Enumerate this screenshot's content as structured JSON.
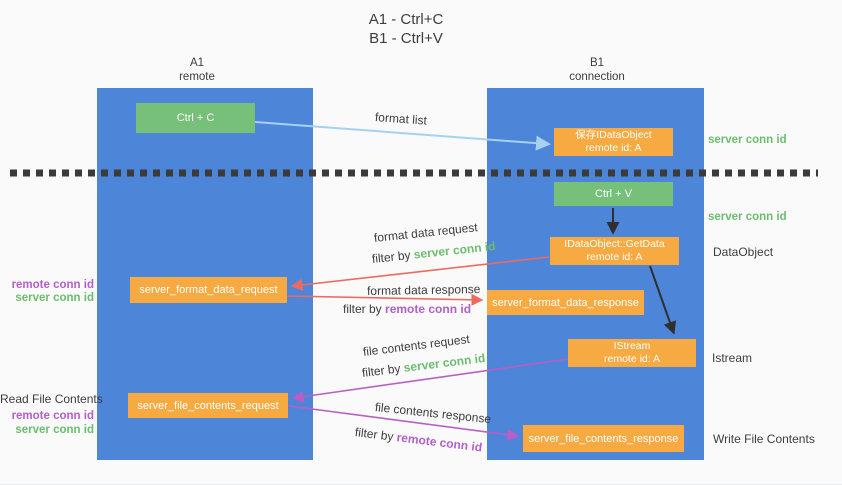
{
  "title": {
    "line1": "A1 - Ctrl+C",
    "line2": "B1 - Ctrl+V"
  },
  "lifelines": {
    "a1": {
      "name": "A1",
      "subtitle": "remote"
    },
    "b1": {
      "name": "B1",
      "subtitle": "connection"
    }
  },
  "nodes": {
    "ctrl_c": {
      "label": "Ctrl + C"
    },
    "ctrl_v": {
      "label": "Ctrl + V"
    },
    "save_dataobject": {
      "line1": "保存IDataObject",
      "line2": "remote id: A"
    },
    "getdata": {
      "line1": "IDataObject::GetData",
      "line2": "remote id: A"
    },
    "istream": {
      "line1": "IStream",
      "line2": "remote id: A"
    },
    "format_request": {
      "label": "server_format_data_request"
    },
    "format_response": {
      "label": "server_format_data_response"
    },
    "file_request": {
      "label": "server_file_contents_request"
    },
    "file_response": {
      "label": "server_file_contents_response"
    }
  },
  "edge_labels": {
    "format_list": "format list",
    "format_data_request": "format data request",
    "format_data_response": "format data response",
    "file_contents_request": "file contents request",
    "file_contents_response": "file contents response",
    "filter_by": "filter by",
    "server_conn_id": "server conn id",
    "remote_conn_id": "remote conn id"
  },
  "annotations": {
    "right_server_conn_id_1": "server conn id",
    "right_server_conn_id_2": "server conn id",
    "dataobject": "DataObject",
    "istream": "Istream",
    "write_file_contents": "Write File Contents",
    "read_file_contents": "Read File Contents",
    "left_remote_conn_id_1": "remote conn id",
    "left_server_conn_id_1": "server conn id",
    "left_remote_conn_id_2": "remote conn id",
    "left_server_conn_id_2": "server conn id"
  },
  "colors": {
    "lifeline_blue": "#4d86d8",
    "action_green": "#76c07a",
    "message_orange": "#f7a942",
    "arrow_lightblue": "#a5d2f2",
    "arrow_red": "#ee6a5f",
    "arrow_purple": "#ba5ec7",
    "arrow_black": "#2f2f2f",
    "text_green": "#6cbd6f",
    "text_purple": "#b25fc9",
    "text_dark": "#3d3d3d",
    "background": "#fafafa"
  }
}
